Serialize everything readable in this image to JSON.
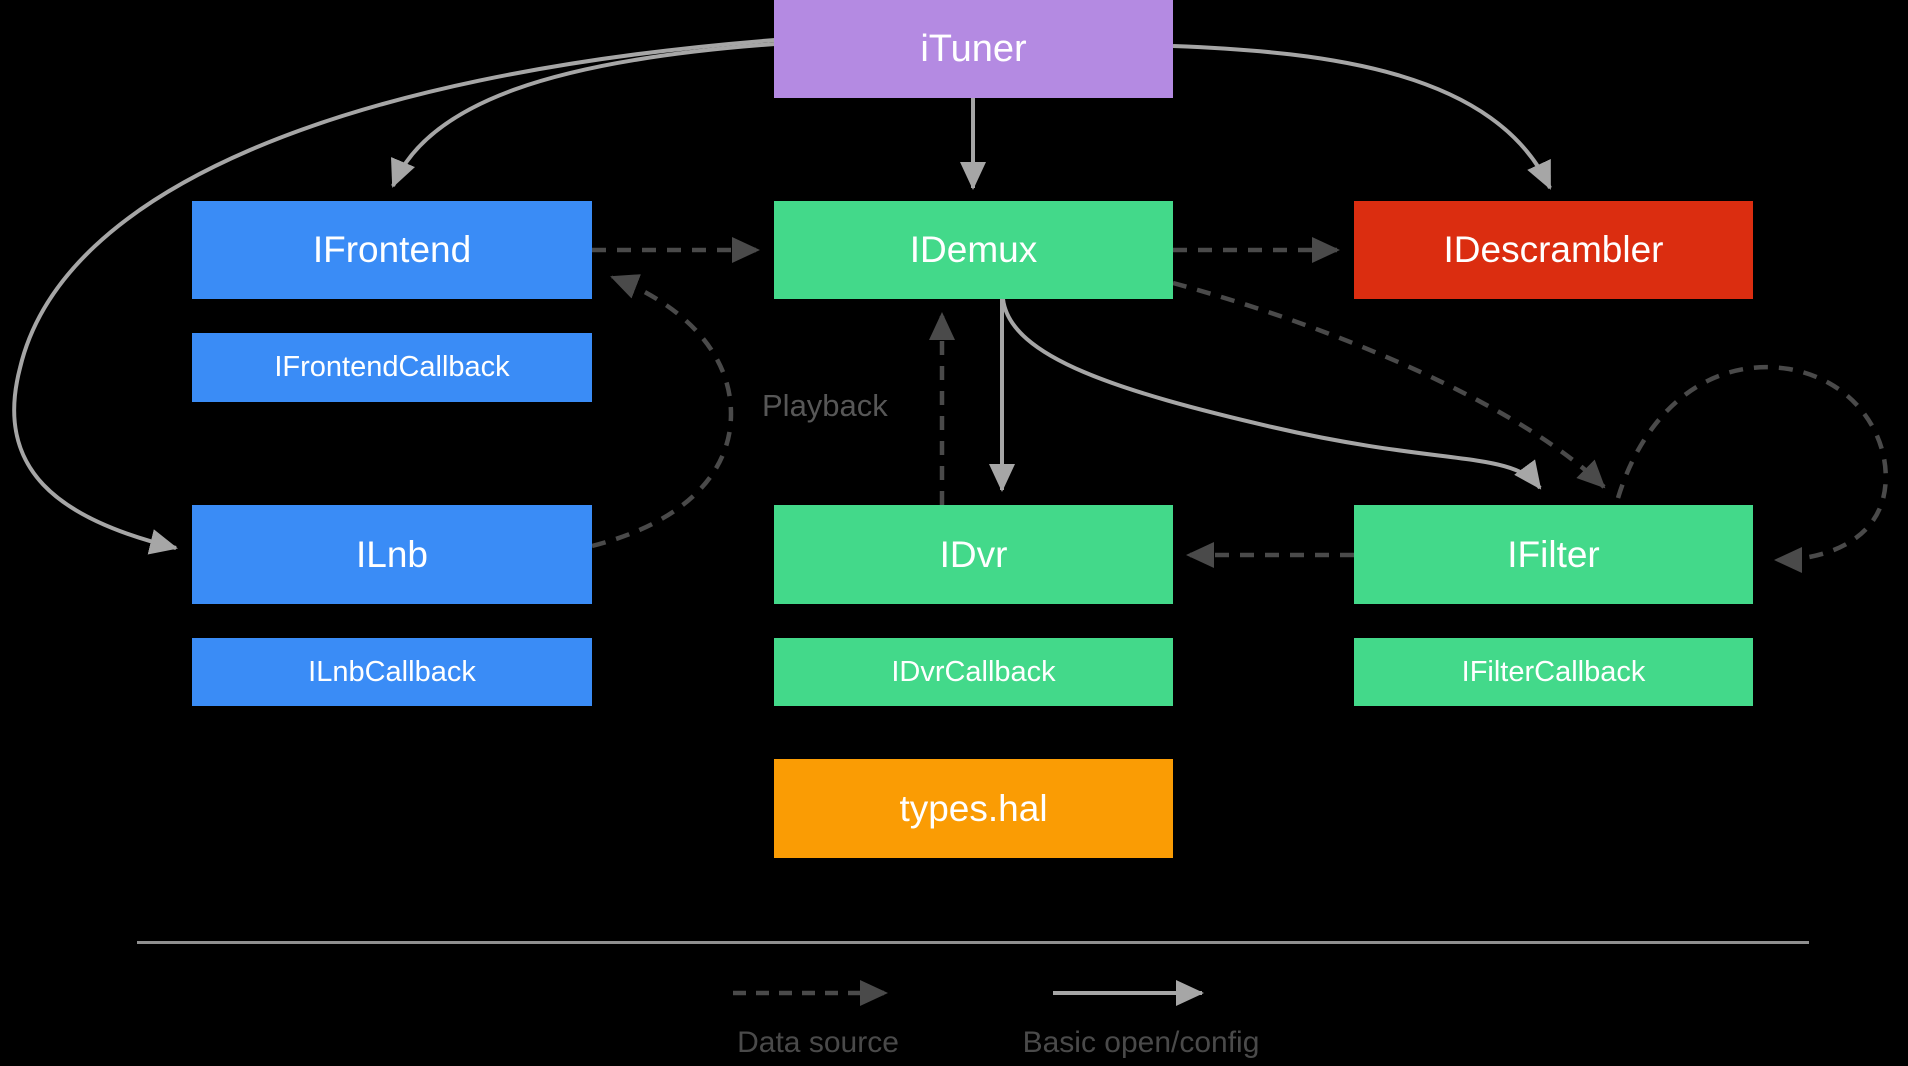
{
  "colors": {
    "background": "#000000",
    "purple": "#B48AE2",
    "blue": "#3A8CF6",
    "green": "#43D98A",
    "red": "#DB2D10",
    "orange": "#FA9C04",
    "solid_arrow": "#A6A6A6",
    "dashed_arrow": "#4A4A4A",
    "divider": "#8F8F8F",
    "label_text": "#575757",
    "box_text": "#FFFFFF"
  },
  "nodes": {
    "ituner": {
      "label": "iTuner",
      "color": "#B48AE2"
    },
    "ifrontend": {
      "label": "IFrontend",
      "color": "#3A8CF6"
    },
    "idemux": {
      "label": "IDemux",
      "color": "#43D98A"
    },
    "idescrambler": {
      "label": "IDescrambler",
      "color": "#DB2D10"
    },
    "ifrontendcb": {
      "label": "IFrontendCallback",
      "color": "#3A8CF6"
    },
    "ilnb": {
      "label": "ILnb",
      "color": "#3A8CF6"
    },
    "idvr": {
      "label": "IDvr",
      "color": "#43D98A"
    },
    "ifilter": {
      "label": "IFilter",
      "color": "#43D98A"
    },
    "ilnbcb": {
      "label": "ILnbCallback",
      "color": "#3A8CF6"
    },
    "idvrcb": {
      "label": "IDvrCallback",
      "color": "#43D98A"
    },
    "ifiltercb": {
      "label": "IFilterCallback",
      "color": "#43D98A"
    },
    "typeshal": {
      "label": "types.hal",
      "color": "#FA9C04"
    }
  },
  "edge_labels": {
    "playback": "Playback"
  },
  "edges": [
    {
      "from": "iTuner",
      "to": "IFrontend",
      "type": "basic-open-config"
    },
    {
      "from": "iTuner",
      "to": "IDemux",
      "type": "basic-open-config"
    },
    {
      "from": "iTuner",
      "to": "IDescrambler",
      "type": "basic-open-config"
    },
    {
      "from": "iTuner",
      "to": "ILnb",
      "type": "basic-open-config"
    },
    {
      "from": "IDemux",
      "to": "IDvr",
      "type": "basic-open-config"
    },
    {
      "from": "IDemux",
      "to": "IFilter",
      "type": "basic-open-config"
    },
    {
      "from": "IFrontend",
      "to": "IDemux",
      "type": "data-source"
    },
    {
      "from": "ILnb",
      "to": "IFrontend",
      "type": "data-source"
    },
    {
      "from": "IDemux",
      "to": "IDescrambler",
      "type": "data-source"
    },
    {
      "from": "IDemux",
      "to": "IFilter",
      "type": "data-source"
    },
    {
      "from": "IDvr",
      "to": "IDemux",
      "type": "data-source",
      "label": "Playback"
    },
    {
      "from": "IFilter",
      "to": "IDvr",
      "type": "data-source"
    },
    {
      "from": "IFilter",
      "to": "IFilter",
      "type": "data-source"
    }
  ],
  "legend": {
    "data_source": "Data source",
    "basic_open_config": "Basic open/config"
  }
}
